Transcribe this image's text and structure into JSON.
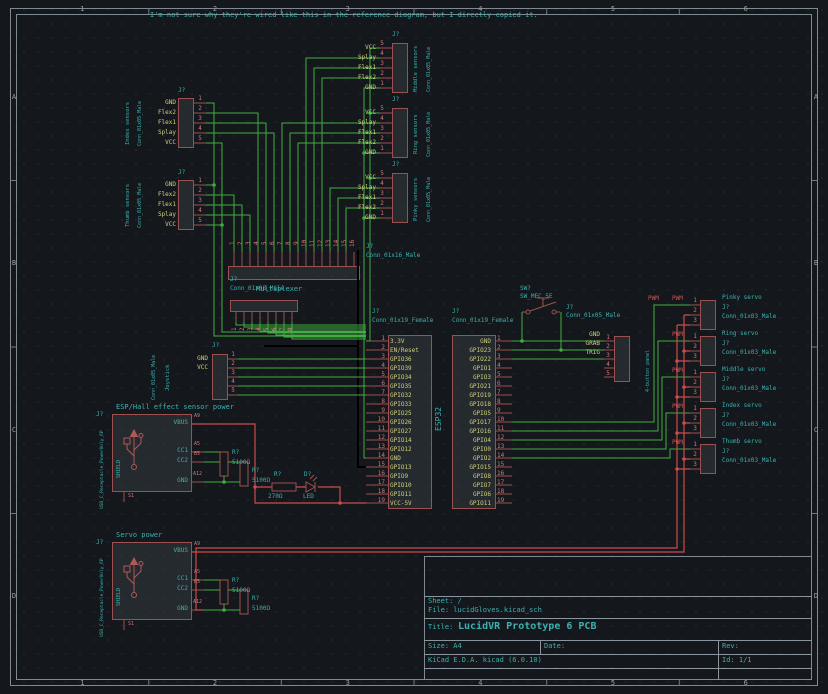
{
  "note": "I'm not sure why they're wired like this in the reference diagram, but I directly copied it.",
  "frame": {
    "cols": [
      "1",
      "2",
      "3",
      "4",
      "5",
      "6"
    ],
    "rows": [
      "A",
      "B",
      "C",
      "D"
    ]
  },
  "title_block": {
    "sheet": "Sheet: /",
    "file": "File: lucidGloves.kicad_sch",
    "title_label": "Title:",
    "title": "LucidVR Prototype 6 PCB",
    "size": "Size: A4",
    "date": "Date:",
    "rev": "Rev:",
    "company": "KiCad E.D.A. kicad (6.0.10)",
    "id": "Id: 1/1"
  },
  "colors": {
    "wire": "#3fae3f",
    "power": "#cc4b4b",
    "symbol": "#9c5050",
    "netlabel": "#cfcf7a",
    "text": "#3cb0b0"
  },
  "sensors": {
    "index": {
      "name": "Index sensors",
      "ref": "J?",
      "value": "Conn_01x05_Male",
      "pins": [
        [
          "1",
          "GND"
        ],
        [
          "2",
          "Flex2"
        ],
        [
          "3",
          "Flex1"
        ],
        [
          "4",
          "Splay"
        ],
        [
          "5",
          "VCC"
        ]
      ]
    },
    "thumb": {
      "name": "Thumb sensors",
      "ref": "J?",
      "value": "Conn_01x05_Male",
      "pins": [
        [
          "1",
          "GND"
        ],
        [
          "2",
          "Flex2"
        ],
        [
          "3",
          "Flex1"
        ],
        [
          "4",
          "Splay"
        ],
        [
          "5",
          "VCC"
        ]
      ]
    },
    "middle": {
      "name": "Middle sensors",
      "ref": "J?",
      "value": "Conn_01x05_Male",
      "pins": [
        [
          "5",
          "VCC"
        ],
        [
          "4",
          "Splay"
        ],
        [
          "3",
          "Flex1"
        ],
        [
          "2",
          "Flex2"
        ],
        [
          "1",
          "GND"
        ]
      ]
    },
    "ring": {
      "name": "Ring sensors",
      "ref": "J?",
      "value": "Conn_01x05_Male",
      "pins": [
        [
          "5",
          "VCC"
        ],
        [
          "4",
          "Splay"
        ],
        [
          "3",
          "Flex1"
        ],
        [
          "2",
          "Flex2"
        ],
        [
          "1",
          "GND"
        ]
      ]
    },
    "pinky": {
      "name": "Pinky sensors",
      "ref": "J?",
      "value": "Conn_01x05_Male",
      "pins": [
        [
          "5",
          "VCC"
        ],
        [
          "4",
          "Splay"
        ],
        [
          "3",
          "Flex1"
        ],
        [
          "2",
          "Flex2"
        ],
        [
          "1",
          "GND"
        ]
      ]
    }
  },
  "multiplexer": {
    "name": "Multiplexer",
    "ref": "J?",
    "value": "Conn_01x16_Male",
    "pins": [
      "1",
      "2",
      "3",
      "4",
      "5",
      "6",
      "7",
      "8",
      "9",
      "10",
      "11",
      "12",
      "13",
      "14",
      "15",
      "16"
    ]
  },
  "aux": {
    "ref": "J?",
    "value": "Conn_01x08_Male",
    "pins": [
      "1",
      "2",
      "3",
      "4",
      "5",
      "6",
      "7",
      "8"
    ]
  },
  "joystick": {
    "name": "Joystick",
    "ref": "J?",
    "value": "Conn_01x05_Male",
    "pins": [
      [
        "1",
        "GND"
      ],
      [
        "2",
        "VCC"
      ],
      [
        "3",
        ""
      ],
      [
        "4",
        ""
      ],
      [
        "5",
        ""
      ]
    ]
  },
  "esp32": {
    "name": "ESP32",
    "left": {
      "ref": "J?",
      "value": "Conn_01x19_Female",
      "pins": [
        [
          "1",
          "3.3V"
        ],
        [
          "2",
          "EN/Reset"
        ],
        [
          "3",
          "GPIO36"
        ],
        [
          "4",
          "GPIO39"
        ],
        [
          "5",
          "GPIO34"
        ],
        [
          "6",
          "GPIO35"
        ],
        [
          "7",
          "GPIO32"
        ],
        [
          "8",
          "GPIO33"
        ],
        [
          "9",
          "GPIO25"
        ],
        [
          "10",
          "GPIO26"
        ],
        [
          "11",
          "GPIO27"
        ],
        [
          "12",
          "GPIO14"
        ],
        [
          "13",
          "GPIO12"
        ],
        [
          "14",
          "GND"
        ],
        [
          "15",
          "GPIO13"
        ],
        [
          "16",
          "GPIO9"
        ],
        [
          "17",
          "GPIO10"
        ],
        [
          "18",
          "GPIO11"
        ],
        [
          "19",
          "VCC-5V"
        ]
      ]
    },
    "right": {
      "ref": "J?",
      "value": "Conn_01x19_Female",
      "pins": [
        [
          "1",
          "GND"
        ],
        [
          "2",
          "GPIO23"
        ],
        [
          "3",
          "GPIO22"
        ],
        [
          "4",
          "GPIO1"
        ],
        [
          "5",
          "GPIO3"
        ],
        [
          "6",
          "GPIO21"
        ],
        [
          "7",
          "GPIO19"
        ],
        [
          "8",
          "GPIO18"
        ],
        [
          "9",
          "GPIO5"
        ],
        [
          "10",
          "GPIO17"
        ],
        [
          "11",
          "GPIO16"
        ],
        [
          "12",
          "GPIO4"
        ],
        [
          "13",
          "GPIO0"
        ],
        [
          "14",
          "GPIO2"
        ],
        [
          "15",
          "GPIO15"
        ],
        [
          "16",
          "GPIO8"
        ],
        [
          "17",
          "GPIO7"
        ],
        [
          "18",
          "GPIO6"
        ],
        [
          "19",
          "GPIO11"
        ]
      ]
    }
  },
  "switch": {
    "ref": "SW?",
    "value": "SW_MEC_5E"
  },
  "button_panel": {
    "name": "4-button panel",
    "ref": "J?",
    "value": "Conn_01x05_Male",
    "nets": [
      "GND",
      "GRAB",
      "TRIG"
    ],
    "pins": [
      "1",
      "2",
      "3",
      "4",
      "5"
    ]
  },
  "servos": [
    {
      "name": "Pinky servo",
      "ref": "J?",
      "value": "Conn_01x03_Male",
      "net": "PWM",
      "pins": [
        "1",
        "2",
        "3"
      ]
    },
    {
      "name": "Ring servo",
      "ref": "J?",
      "value": "Conn_01x03_Male",
      "net": "PWM",
      "pins": [
        "1",
        "2",
        "3"
      ]
    },
    {
      "name": "Middle servo",
      "ref": "J?",
      "value": "Conn_01x03_Male",
      "net": "PWM",
      "pins": [
        "1",
        "2",
        "3"
      ]
    },
    {
      "name": "Index servo",
      "ref": "J?",
      "value": "Conn_01x03_Male",
      "net": "PWM",
      "pins": [
        "1",
        "2",
        "3"
      ]
    },
    {
      "name": "Thumb servo",
      "ref": "J?",
      "value": "Conn_01x03_Male",
      "net": "PWM",
      "pins": [
        "1",
        "2",
        "3"
      ]
    }
  ],
  "pwm_rail": "PWM",
  "usb1": {
    "caption": "ESP/Hall effect sensor power",
    "ref": "J?",
    "value": "USB_C_Receptacle_PowerOnly_6P",
    "vbus": [
      "A9",
      "VBUS"
    ],
    "cc1": [
      "A5",
      "CC1"
    ],
    "cc2": [
      "B5",
      "CC2"
    ],
    "gnd": [
      "A12",
      "GND"
    ],
    "shield": [
      "S1",
      "SHIELD"
    ],
    "r1": [
      "R?",
      "5100Ω"
    ],
    "r2": [
      "R?",
      "5100Ω"
    ]
  },
  "usb2": {
    "caption": "Servo power",
    "ref": "J?",
    "value": "USB_C_Receptacle_PowerOnly_6P",
    "vbus": [
      "A9",
      "VBUS"
    ],
    "cc1": [
      "A5",
      "CC1"
    ],
    "cc2": [
      "B5",
      "CC2"
    ],
    "gnd": [
      "A12",
      "GND"
    ],
    "shield": [
      "S1",
      "SHIELD"
    ],
    "r1": [
      "R?",
      "5100Ω"
    ],
    "r2": [
      "R?",
      "5100Ω"
    ]
  },
  "led_circuit": {
    "r_ref": "R?",
    "r_val": "270Ω",
    "d_ref": "D?",
    "d_val": "LED"
  }
}
